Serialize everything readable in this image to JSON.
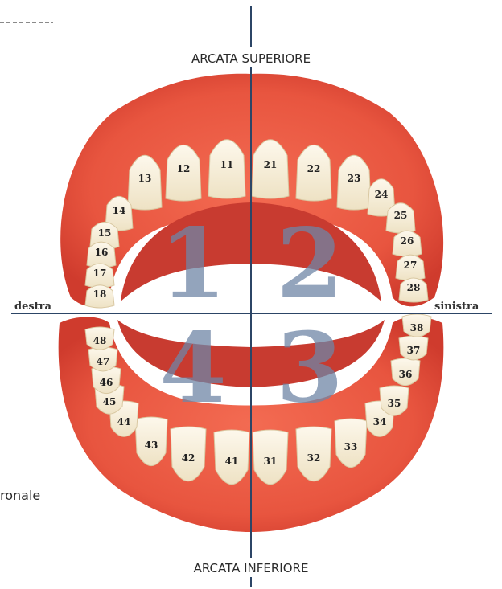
{
  "labels": {
    "upper_arch": "ARCATA SUPERIORE",
    "lower_arch": "ARCATA INFERIORE",
    "right_side": "destra",
    "left_side": "sinistra",
    "cropped_text": "ronale"
  },
  "quadrants": [
    "1",
    "2",
    "3",
    "4"
  ],
  "teeth": {
    "quadrant_1": [
      "11",
      "12",
      "13",
      "14",
      "15",
      "16",
      "17",
      "18"
    ],
    "quadrant_2": [
      "21",
      "22",
      "23",
      "24",
      "25",
      "26",
      "27",
      "28"
    ],
    "quadrant_3": [
      "31",
      "32",
      "33",
      "34",
      "35",
      "36",
      "37",
      "38"
    ],
    "quadrant_4": [
      "41",
      "42",
      "43",
      "44",
      "45",
      "46",
      "47",
      "48"
    ]
  },
  "colors": {
    "gum": "#e8553f",
    "gum_dark": "#c7352a",
    "tooth": "#f7efdc",
    "quadrant_number": "#6f86a6",
    "axis": "#2c4566"
  }
}
